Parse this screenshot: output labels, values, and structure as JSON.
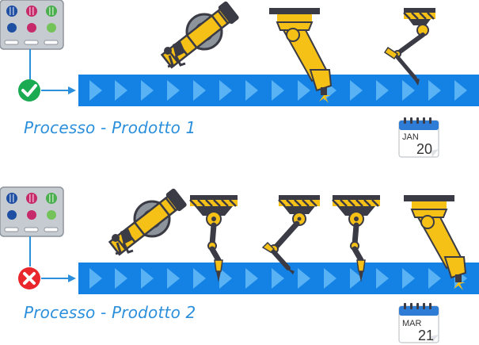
{
  "processes": [
    {
      "title": "Processo - Prodotto 1",
      "status": "success",
      "status_icon": "check-icon",
      "status_color": "#1aab52",
      "calendar": {
        "month": "JAN",
        "day": "20"
      }
    },
    {
      "title": "Processo - Prodotto 2",
      "status": "error",
      "status_icon": "cross-icon",
      "status_color": "#e8262b",
      "calendar": {
        "month": "MAR",
        "day": "21"
      }
    }
  ],
  "colors": {
    "conveyor": "#1482e4",
    "conveyor_arrow": "#58b2f4",
    "robot_yellow": "#f6c116",
    "robot_dark": "#3b3b46",
    "title_blue": "#2b8fdc"
  }
}
